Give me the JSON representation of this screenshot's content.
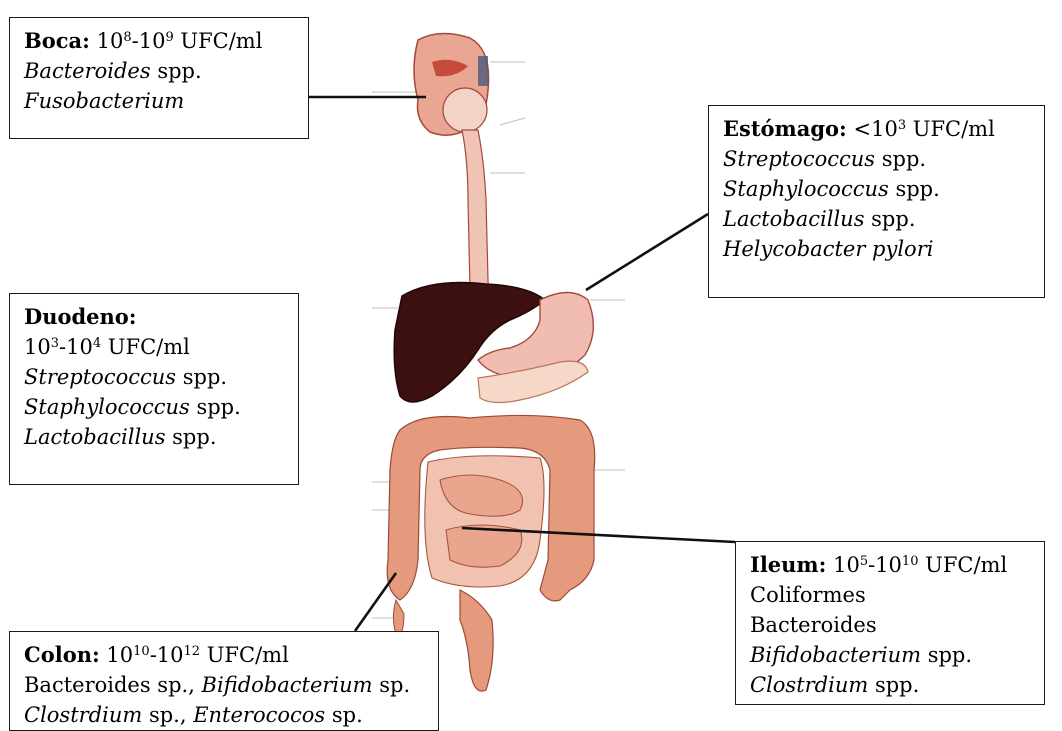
{
  "boxes": {
    "boca": {
      "name": "Boca:",
      "count_prefix": "10",
      "exp1": "8",
      "mid": "-10",
      "exp2": "9",
      "unit": " UFC/ml",
      "line2_italic": "Bacteroides",
      "line2_rest": " spp.",
      "line3_italic": "Fusobacterium"
    },
    "estomago": {
      "name": "Estómago:",
      "count_prefix": " <10",
      "exp1": "3",
      "unit": " UFC/ml",
      "lines": [
        {
          "italic": "Streptococcus",
          "rest": " spp."
        },
        {
          "italic": "Staphylococcus",
          "rest": " spp."
        },
        {
          "italic": "Lactobacillus",
          "rest": " spp."
        },
        {
          "italic": "Helycobacter pylori",
          "rest": ""
        }
      ]
    },
    "duodeno": {
      "name": "Duodeno:",
      "count_prefix": "10",
      "exp1": "3",
      "mid": "-10",
      "exp2": "4",
      "unit": " UFC/ml",
      "lines": [
        {
          "italic": "Streptococcus",
          "rest": " spp."
        },
        {
          "italic": "Staphylococcus",
          "rest": " spp."
        },
        {
          "italic": "Lactobacillus",
          "rest": " spp."
        }
      ]
    },
    "ileum": {
      "name": "Ileum:",
      "count_prefix": " 10",
      "exp1": "5",
      "mid": "-10",
      "exp2": "10",
      "unit": " UFC/ml",
      "plain1": "Coliformes",
      "plain2": "Bacteroides",
      "lines": [
        {
          "italic": "Bifidobacterium",
          "rest": " spp."
        },
        {
          "italic": "Clostrdium",
          "rest": " spp."
        }
      ]
    },
    "colon": {
      "name": "Colon:",
      "count_prefix": " 10",
      "exp1": "10",
      "mid": "-10",
      "exp2": "12",
      "unit": " UFC/ml",
      "line2_a": "Bacteroides sp., ",
      "line2_b_italic": "Bifidobacterium",
      "line2_c": " sp.",
      "line3_a_italic": "Clostrdium",
      "line3_b": " sp., ",
      "line3_c_italic": "Enterococos",
      "line3_d": " sp."
    }
  },
  "colors": {
    "liver": "#3d1010",
    "intestine": "#e8a08a",
    "esophagus": "#eec0b0",
    "outline": "#9a4a3a",
    "connector": "#111111"
  }
}
